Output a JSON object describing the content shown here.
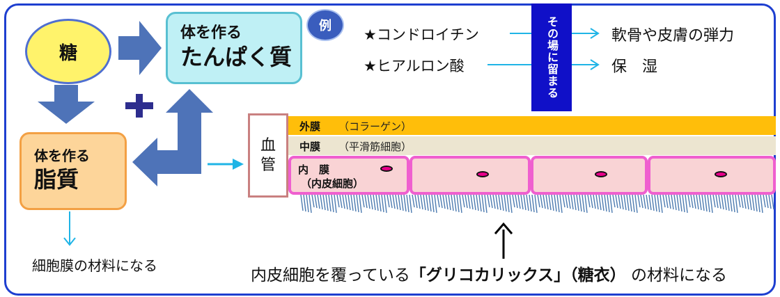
{
  "sugar": {
    "label": "糖"
  },
  "protein": {
    "line1": "体を作る",
    "line2": "たんぱく質"
  },
  "lipid": {
    "line1": "体を作る",
    "line2": "脂質"
  },
  "plus_symbol": "+",
  "example": {
    "badge": "例",
    "items": [
      "★コンドロイチン",
      "★ヒアルロン酸"
    ],
    "vertical_label": "その場に留まる",
    "results": [
      "軟骨や皮膚の弾力",
      "保　湿"
    ]
  },
  "vessel": {
    "label_top": "血",
    "label_bottom": "管",
    "outer": {
      "name": "外膜",
      "note": "（コラーゲン）"
    },
    "middle": {
      "name": "中膜",
      "note": "（平滑筋細胞）"
    },
    "inner": {
      "name": "内　膜",
      "note": "（内皮細胞）"
    }
  },
  "notes": {
    "lipid_note": "細胞膜の材料になる",
    "bottom_prefix": "内皮細胞を覆っている",
    "bottom_bold": "「グリコカリックス」（糖衣）",
    "bottom_suffix": " の材料になる"
  },
  "colors": {
    "border": "#1e3fd0",
    "arrow_blue": "#4e73b8",
    "cyan": "#1fb4e6",
    "outer_layer": "#ffbe0a",
    "middle_layer": "#ece5d0",
    "cell_fill": "#f9d3d5",
    "cell_border": "#ef5fcf",
    "vertical_box": "#1010c8"
  }
}
